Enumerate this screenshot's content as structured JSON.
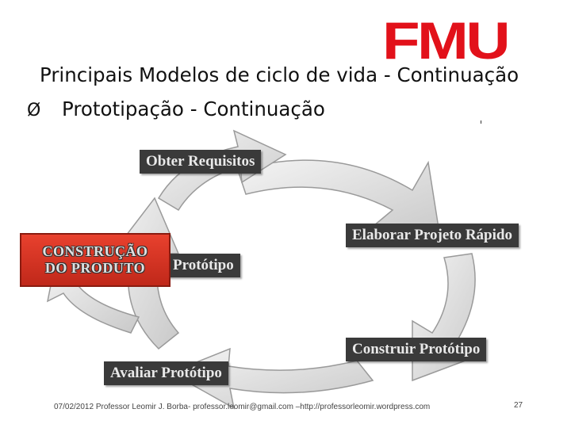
{
  "logo": {
    "text": "FMU",
    "color": "#e2111a"
  },
  "slide": {
    "title": "Principais Modelos de ciclo de vida - Continuação",
    "bullet_icon": "Ø",
    "subtitle": "Prototipação - Continuação"
  },
  "cycle": {
    "stages": [
      "Obter Requisitos",
      "Elaborar Projeto Rápido",
      "Protótipo",
      "Construir Protótipo",
      "Avaliar Protótipo"
    ],
    "final_stage": {
      "line1": "CONSTRUÇÃO",
      "line2": "DO PRODUTO",
      "color": "#d9321f"
    },
    "arrow_color": "#d8d8d8"
  },
  "footer": {
    "text": "07/02/2012 Professor Leomir J. Borba- professor.leomir@gmail.com –http://professorleomir.wordpress.com",
    "page": "27"
  }
}
